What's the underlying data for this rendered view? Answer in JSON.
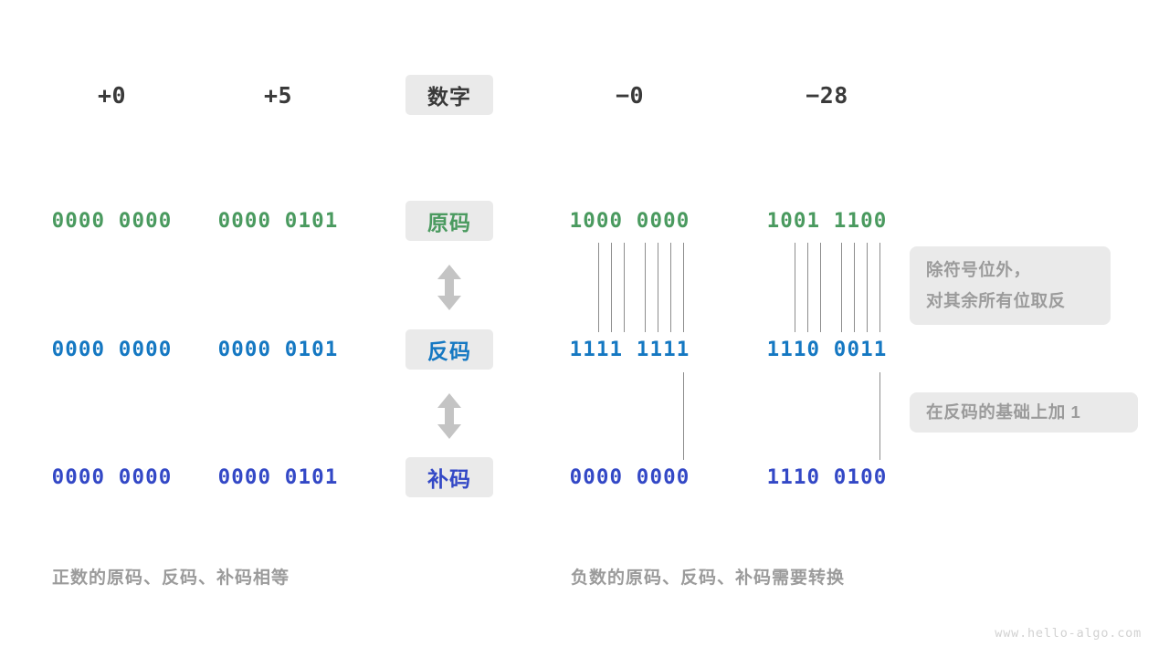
{
  "diagram": {
    "title_watermark": "www.hello-algo.com",
    "colors": {
      "true_form": "#4a9a5f",
      "ones_complement": "#1578c2",
      "twos_complement": "#3348c6",
      "badge_bg": "#eaeaea",
      "note_text": "#9b9b9b",
      "connector": "#8d8d8d",
      "header_text": "#3a3a3a"
    },
    "row_labels": {
      "header": "数字",
      "true_form": "原码",
      "ones_complement": "反码",
      "twos_complement": "补码"
    },
    "columns": [
      {
        "key": "plus_zero",
        "number": "+0",
        "true_form": "0000 0000",
        "ones_complement": "0000 0000",
        "twos_complement": "0000 0000"
      },
      {
        "key": "plus_five",
        "number": "+5",
        "true_form": "0000 0101",
        "ones_complement": "0000 0101",
        "twos_complement": "0000 0101"
      },
      {
        "key": "minus_zero",
        "number": "−0",
        "true_form": "1000 0000",
        "ones_complement": "1111 1111",
        "twos_complement": "0000 0000"
      },
      {
        "key": "minus_28",
        "number": "−28",
        "true_form": "1001 1100",
        "ones_complement": "1110 0011",
        "twos_complement": "1110 0100"
      }
    ],
    "notes": [
      {
        "key": "invert-bits",
        "lines": [
          "除符号位外，",
          "对其余所有位取反"
        ]
      },
      {
        "key": "add-one",
        "lines": [
          "在反码的基础上加 1"
        ]
      }
    ],
    "captions": {
      "positive": "正数的原码、反码、补码相等",
      "negative": "负数的原码、反码、补码需要转换"
    }
  }
}
